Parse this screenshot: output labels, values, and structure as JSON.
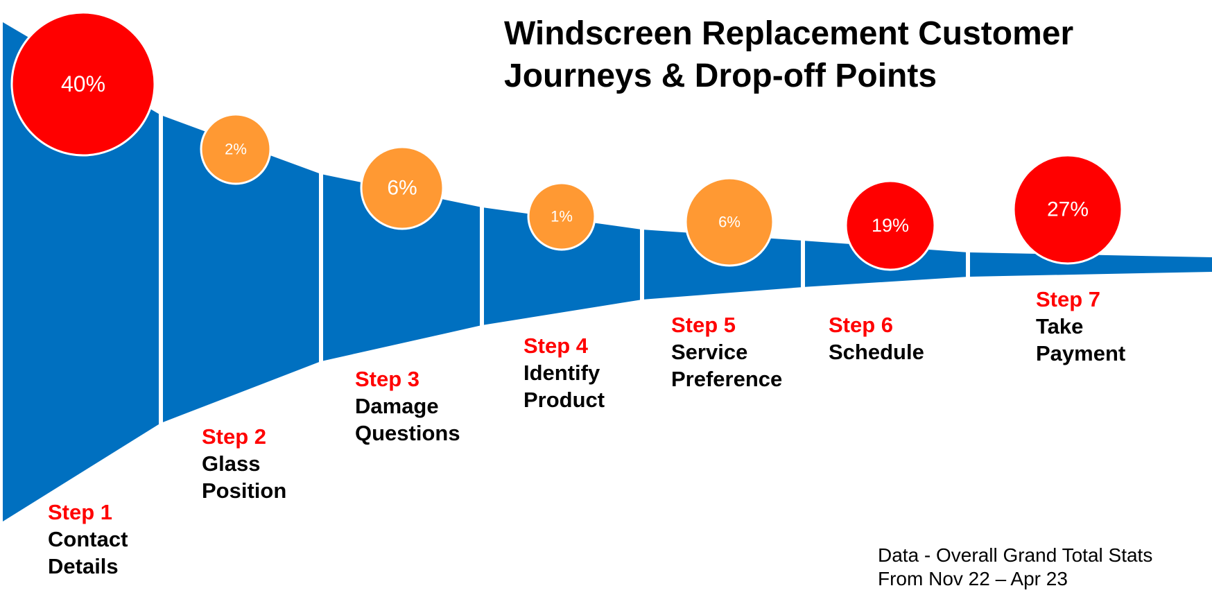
{
  "title": {
    "line1": "Windscreen Replacement Customer",
    "line2": "Journeys & Drop-off Points"
  },
  "colors": {
    "funnel": "#0070c0",
    "high_dropoff": "#ff0000",
    "low_dropoff": "#ff9933",
    "step_label": "#ff0000",
    "step_name": "#000000"
  },
  "steps": [
    {
      "step": "Step 1",
      "name_lines": [
        "Contact",
        "Details"
      ],
      "dropoff": "40%",
      "dropoff_value": 40,
      "level": "high"
    },
    {
      "step": "Step 2",
      "name_lines": [
        "Glass",
        "Position"
      ],
      "dropoff": "2%",
      "dropoff_value": 2,
      "level": "low"
    },
    {
      "step": "Step 3",
      "name_lines": [
        "Damage",
        "Questions"
      ],
      "dropoff": "6%",
      "dropoff_value": 6,
      "level": "low"
    },
    {
      "step": "Step 4",
      "name_lines": [
        "Identify",
        "Product"
      ],
      "dropoff": "1%",
      "dropoff_value": 1,
      "level": "low"
    },
    {
      "step": "Step 5",
      "name_lines": [
        "Service",
        "Preference"
      ],
      "dropoff": "6%",
      "dropoff_value": 6,
      "level": "low"
    },
    {
      "step": "Step 6",
      "name_lines": [
        "Schedule"
      ],
      "dropoff": "19%",
      "dropoff_value": 19,
      "level": "high"
    },
    {
      "step": "Step 7",
      "name_lines": [
        "Take",
        "Payment"
      ],
      "dropoff": "27%",
      "dropoff_value": 27,
      "level": "high"
    }
  ],
  "note": {
    "line1": "Data - Overall Grand Total Stats",
    "line2": "From Nov 22 – Apr 23"
  }
}
